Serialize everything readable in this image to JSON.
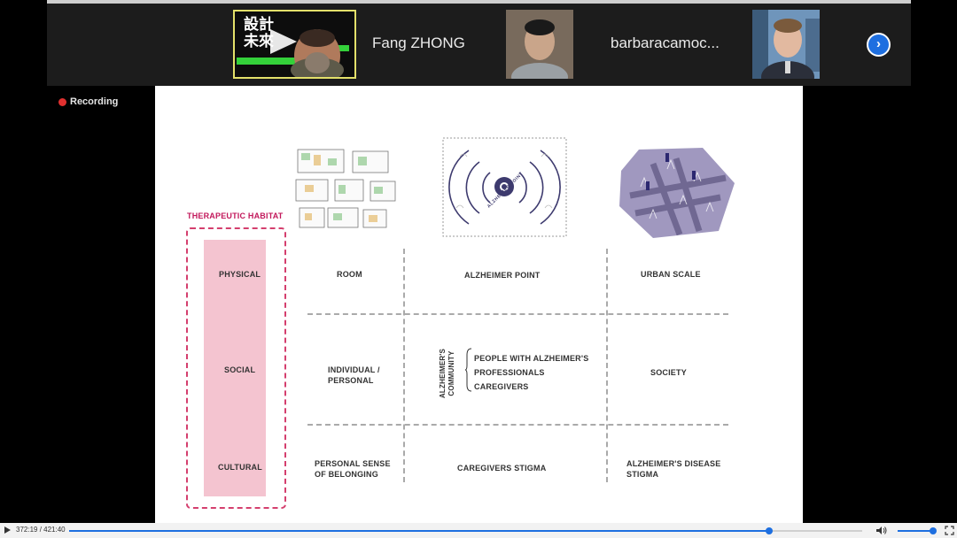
{
  "participants": [
    {
      "name": "",
      "overlay_text": "設計\n未來"
    },
    {
      "name": "Fang ZHONG"
    },
    {
      "name": ""
    },
    {
      "name": "barbaracamoc..."
    },
    {
      "name": ""
    }
  ],
  "next_label": "›",
  "recording_label": "Recording",
  "slide": {
    "habitat_title": "THERAPEUTIC HABITAT",
    "rows": [
      "PHYSICAL",
      "SOCIAL",
      "CULTURAL"
    ],
    "room": "ROOM",
    "alzheimer_point": "ALZHEIMER POINT",
    "urban_scale": "URBAN SCALE",
    "individual_1": "INDIVIDUAL /",
    "individual_2": "PERSONAL",
    "community_vertical": "ALZHEIMER'S COMMUNITY",
    "community_items": [
      "PEOPLE WITH ALZHEIMER'S",
      "PROFESSIONALS",
      "CAREGIVERS"
    ],
    "society": "SOCIETY",
    "belonging_1": "PERSONAL SENSE",
    "belonging_2": "OF BELONGING",
    "caregivers_stigma": "CAREGIVERS STIGMA",
    "disease_stigma_1": "ALZHEIMER'S DISEASE",
    "disease_stigma_2": "STIGMA",
    "point_ring_text": "ALZHEIMER POINT"
  },
  "player": {
    "time": "372:19 / 421:40",
    "progress": 0.8829
  },
  "colors": {
    "accent_blue": "#1e6fe0",
    "habitat_pink": "#d43f6e",
    "urban_purple": "#8f86b4"
  }
}
